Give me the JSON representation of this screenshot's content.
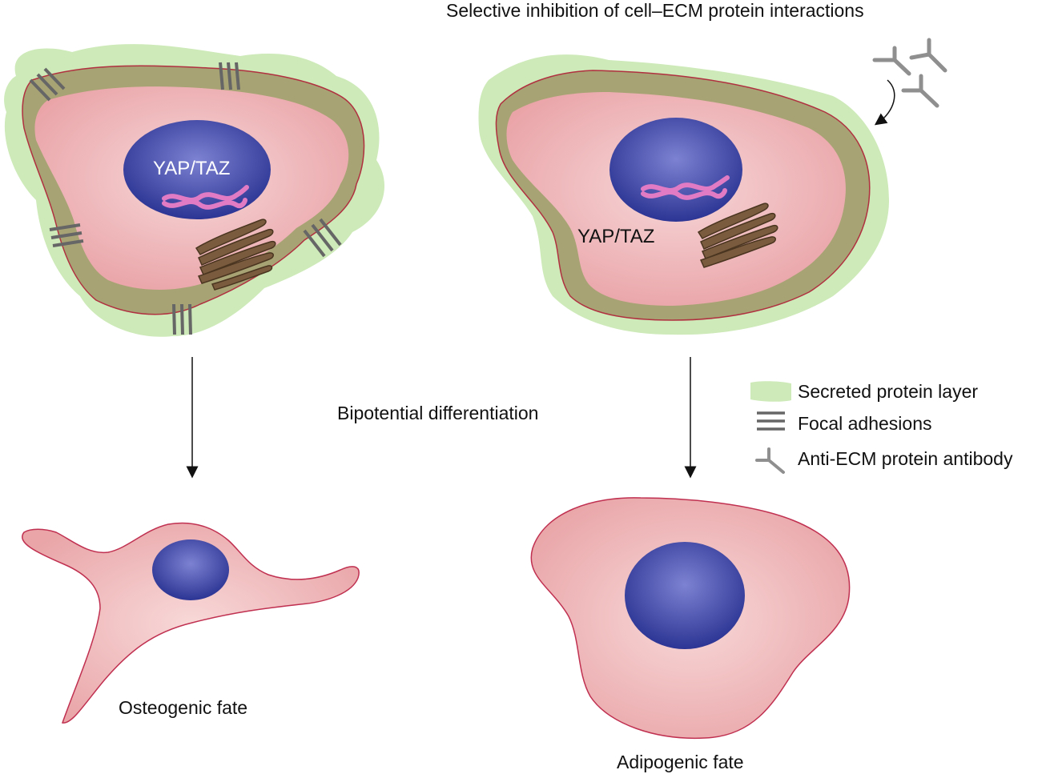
{
  "texts": {
    "top_heading": "Selective inhibition of cell–ECM protein interactions",
    "middle_label": "Bipotential differentiation",
    "left_fate": "Osteogenic fate",
    "right_fate": "Adipogenic fate",
    "yap_left": "YAP/TAZ",
    "yap_right": "YAP/TAZ"
  },
  "legend": [
    {
      "label": "Secreted protein layer",
      "icon": "green-band-swatch"
    },
    {
      "label": "Focal adhesions",
      "icon": "triple-bar-icon"
    },
    {
      "label": "Anti-ECM protein antibody",
      "icon": "antibody-icon"
    }
  ],
  "colors": {
    "secreted_layer": "#cdeab8",
    "cortex": "#a8a374",
    "cytoplasm": "#eeb1b4",
    "membrane": "#b03040",
    "nucleus": "#2e3a9c",
    "dna": "#e17cc4",
    "er": "#7a5b3e",
    "adhesion": "#666666",
    "antibody": "#8f8f8f",
    "arrow": "#111111"
  }
}
